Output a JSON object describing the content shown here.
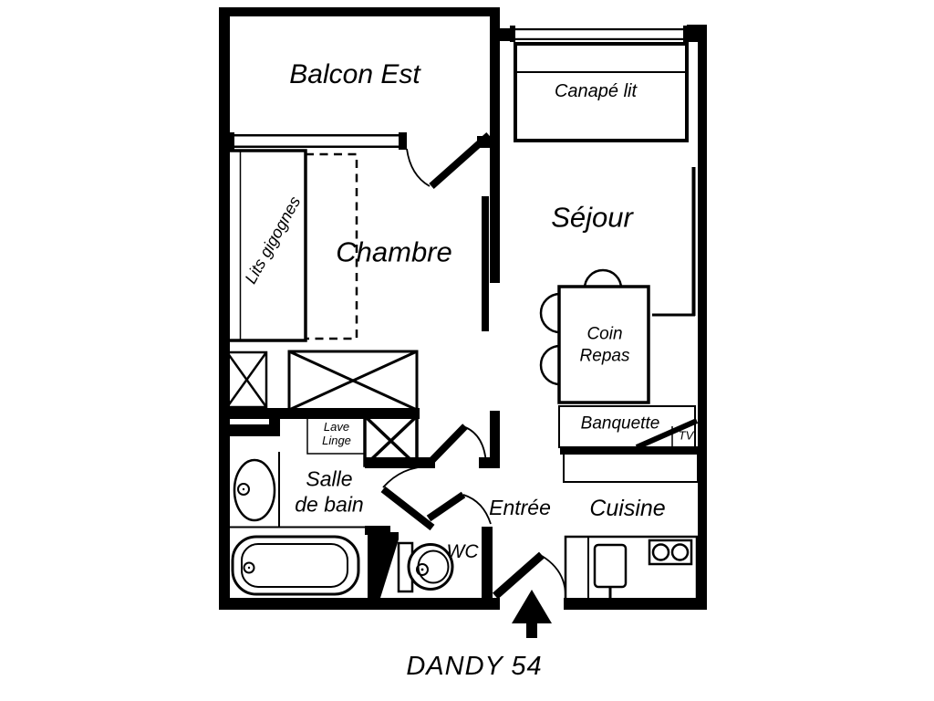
{
  "title": "DANDY 54",
  "rooms": {
    "balcon": {
      "label": "Balcon Est"
    },
    "chambre": {
      "label": "Chambre"
    },
    "sejour": {
      "label": "Séjour"
    },
    "salle_de_bain": {
      "line1": "Salle",
      "line2": "de bain"
    },
    "entree": {
      "label": "Entrée"
    },
    "wc": {
      "label": "WC"
    },
    "cuisine": {
      "label": "Cuisine"
    }
  },
  "furniture": {
    "canape_lit": {
      "label": "Canapé lit"
    },
    "lits_gigognes": {
      "label": "Lits gigognes"
    },
    "coin_repas": {
      "line1": "Coin",
      "line2": "Repas"
    },
    "banquette": {
      "label": "Banquette"
    },
    "tv": {
      "label": "TV"
    },
    "lave_linge": {
      "line1": "Lave",
      "line2": "Linge"
    }
  },
  "colors": {
    "ink": "#000000",
    "background": "#ffffff"
  }
}
